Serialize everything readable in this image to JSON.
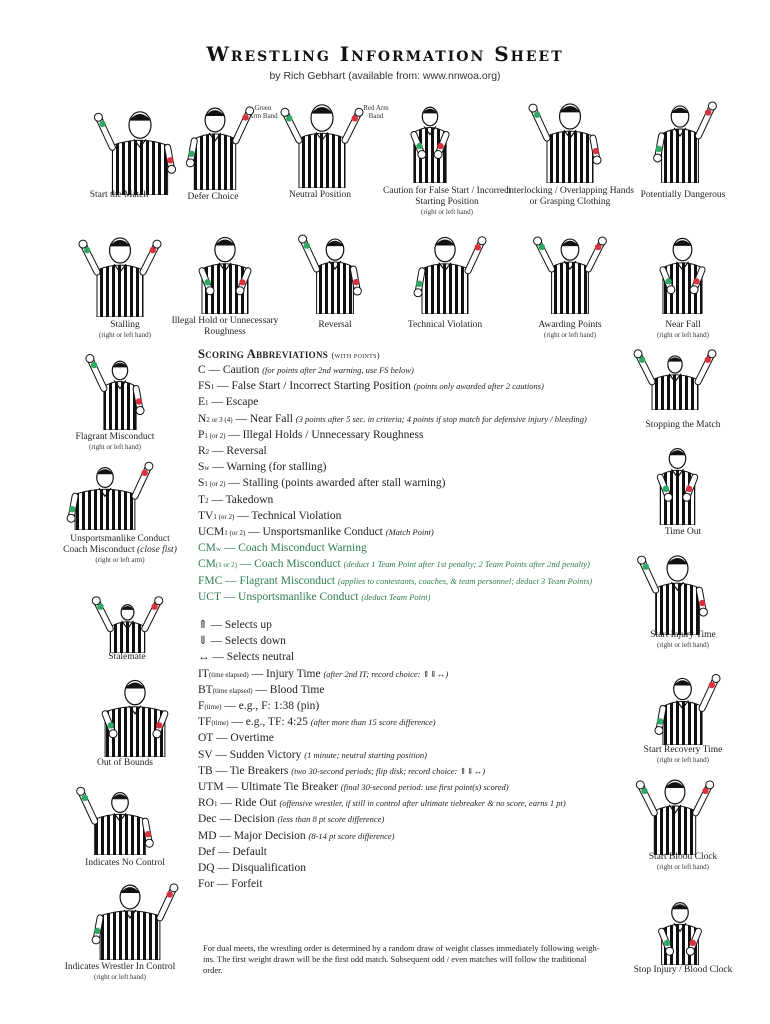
{
  "header": {
    "title": "Wrestling Information Sheet",
    "byline": "by Rich Gebhart (available from: www.nnwoa.org)"
  },
  "bands": {
    "green_label": "Green Arm Band",
    "red_label": "Red Arm Band"
  },
  "colors": {
    "green_band": "#2fa866",
    "red_band": "#d8323f",
    "shirt_stripe": "#111111",
    "green_text": "#2e7d4f"
  },
  "signals": [
    {
      "label": "Start the Match",
      "sub": ""
    },
    {
      "label": "Defer Choice",
      "sub": ""
    },
    {
      "label": "Neutral Position",
      "sub": ""
    },
    {
      "label": "Caution for False Start / Incorrect Starting Position",
      "sub": "(right or left hand)"
    },
    {
      "label": "Interlocking / Overlapping Hands or Grasping Clothing",
      "sub": ""
    },
    {
      "label": "Potentially Dangerous",
      "sub": ""
    },
    {
      "label": "Stalling",
      "sub": "(right or left hand)"
    },
    {
      "label": "Illegal Hold or Unnecessary Roughness",
      "sub": ""
    },
    {
      "label": "Reversal",
      "sub": ""
    },
    {
      "label": "Technical Violation",
      "sub": ""
    },
    {
      "label": "Awarding Points",
      "sub": "(right or left hand)"
    },
    {
      "label": "Near Fall",
      "sub": "(right or left hand)"
    },
    {
      "label": "Flagrant Misconduct",
      "sub": "(right or left hand)"
    },
    {
      "label": "Unsportsmanlike Conduct",
      "label2": "Coach Misconduct",
      "label2_note": "(close fist)",
      "sub": "(right or left arm)"
    },
    {
      "label": "Stalemate",
      "sub": ""
    },
    {
      "label": "Out of Bounds",
      "sub": ""
    },
    {
      "label": "Indicates No Control",
      "sub": ""
    },
    {
      "label": "Indicates Wrestler In Control",
      "sub": "(right or left hand)"
    },
    {
      "label": "Stopping the Match",
      "sub": ""
    },
    {
      "label": "Time Out",
      "sub": ""
    },
    {
      "label": "Start Injury Time",
      "sub": "(right or left hand)"
    },
    {
      "label": "Start Recovery Time",
      "sub": "(right or left hand)"
    },
    {
      "label": "Start Blood Clock",
      "sub": "(right or left hand)"
    },
    {
      "label": "Stop Injury / Blood Clock",
      "sub": ""
    }
  ],
  "scoring": {
    "heading": "Scoring Abbreviations",
    "heading_note": "(with points)",
    "lines": [
      {
        "code": "C",
        "pts": "",
        "text": "— Caution",
        "note": "(for points after 2nd warning, use FS below)",
        "green": false
      },
      {
        "code": "FS",
        "pts": "1",
        "text": "— False Start / Incorrect Starting Position",
        "note": "(points only awarded after 2 cautions)",
        "green": false
      },
      {
        "code": "E",
        "pts": "1",
        "text": "— Escape",
        "note": "",
        "green": false
      },
      {
        "code": "N",
        "pts": "2 or 3 (4)",
        "text": "— Near Fall",
        "note": "(3 points after 5 sec. in criteria; 4 points if stop match for defensive injury / bleeding)",
        "green": false
      },
      {
        "code": "P",
        "pts": "1 (or 2)",
        "text": "— Illegal Holds / Unnecessary Roughness",
        "note": "",
        "green": false
      },
      {
        "code": "R",
        "pts": "2",
        "text": "— Reversal",
        "note": "",
        "green": false
      },
      {
        "code": "S",
        "pts": "w",
        "text": "— Warning (for stalling)",
        "note": "",
        "green": false
      },
      {
        "code": "S",
        "pts": "1 (or 2)",
        "text": "— Stalling (points awarded after stall warning)",
        "note": "",
        "green": false
      },
      {
        "code": "T",
        "pts": "2",
        "text": "— Takedown",
        "note": "",
        "green": false
      },
      {
        "code": "TV",
        "pts": "1 (or 2)",
        "text": "— Technical Violation",
        "note": "",
        "green": false
      },
      {
        "code": "UCM",
        "pts": "1 (or 2)",
        "text": "— Unsportsmanlike Conduct",
        "note": "(Match Point)",
        "green": false
      },
      {
        "code": "CM",
        "pts": "w",
        "text": "— Coach Misconduct Warning",
        "note": "",
        "green": true
      },
      {
        "code": "CM",
        "pts": "(1 or 2)",
        "text": "— Coach Misconduct",
        "note": "(deduct 1 Team Point after 1st penalty; 2 Team Points after 2nd penalty)",
        "green": true
      },
      {
        "code": "FMC",
        "pts": "",
        "text": "— Flagrant Misconduct",
        "note": "(applies to contestants, coaches, & team personnel; deduct 3 Team Points)",
        "green": true
      },
      {
        "code": "UCT",
        "pts": "",
        "text": "— Unsportsmanlike Conduct",
        "note": "(deduct Team Point)",
        "green": true
      }
    ],
    "choices": [
      {
        "code": "⇑",
        "pts": "",
        "text": "— Selects up",
        "note": ""
      },
      {
        "code": "⇓",
        "pts": "",
        "text": "— Selects down",
        "note": ""
      },
      {
        "code": "↔",
        "pts": "",
        "text": "— Selects neutral",
        "note": ""
      },
      {
        "code": "IT",
        "pts": "(time elapsed)",
        "text": "— Injury Time",
        "note": "(after 2nd IT; record choice: ⇑⇓↔)"
      },
      {
        "code": "BT",
        "pts": "(time elapsed)",
        "text": "— Blood Time",
        "note": ""
      },
      {
        "code": "F",
        "pts": "(time)",
        "text": "— e.g., F: 1:38 (pin)",
        "note": ""
      },
      {
        "code": "TF",
        "pts": "(time)",
        "text": "— e.g., TF: 4:25",
        "note": "(after more than 15 score difference)"
      },
      {
        "code": "OT",
        "pts": "",
        "text": "— Overtime",
        "note": ""
      },
      {
        "code": "SV",
        "pts": "",
        "text": "— Sudden Victory",
        "note": "(1 minute; neutral starting position)"
      },
      {
        "code": "TB",
        "pts": "",
        "text": "— Tie Breakers",
        "note": "(two 30-second periods; flip disk; record choice: ⇑⇓↔)"
      },
      {
        "code": "UTM",
        "pts": "",
        "text": "— Ultimate Tie Breaker",
        "note": "(final 30-second period: use first point(s) scored)"
      },
      {
        "code": "RO",
        "pts": "1",
        "text": "— Ride Out",
        "note": "(offensive wrestler, if still in control after ultimate tiebreaker & no score, earns 1 pt)"
      },
      {
        "code": "Dec",
        "pts": "",
        "text": "— Decision",
        "note": "(less than 8 pt score difference)"
      },
      {
        "code": "MD",
        "pts": "",
        "text": "— Major Decision",
        "note": "(8-14 pt score difference)"
      },
      {
        "code": "Def",
        "pts": "",
        "text": "— Default",
        "note": ""
      },
      {
        "code": "DQ",
        "pts": "",
        "text": "— Disqualification",
        "note": ""
      },
      {
        "code": "For",
        "pts": "",
        "text": "— Forfeit",
        "note": ""
      }
    ]
  },
  "footer": {
    "text": "For dual meets, the wrestling order is determined by a random draw of weight classes immediately following weigh-ins. The first weight drawn will be the first odd match. Subsequent odd / even matches will follow the traditional order."
  }
}
